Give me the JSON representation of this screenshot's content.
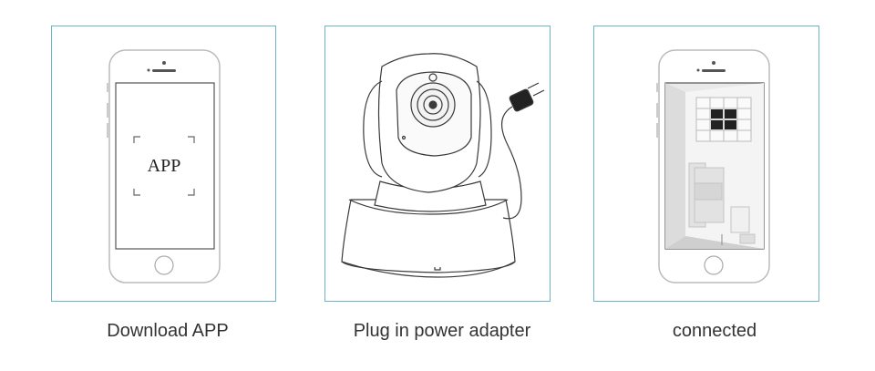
{
  "steps": [
    {
      "caption": "Download APP",
      "screen_text": "APP",
      "icon": "smartphone-app-icon"
    },
    {
      "caption": "Plug in power adapter",
      "icon": "security-camera-with-plug-icon"
    },
    {
      "caption": "connected",
      "icon": "smartphone-live-view-icon"
    }
  ],
  "colors": {
    "panel_border": "#6fb3c6",
    "caption_text": "#333333",
    "line_art": "#3a3a3a"
  }
}
